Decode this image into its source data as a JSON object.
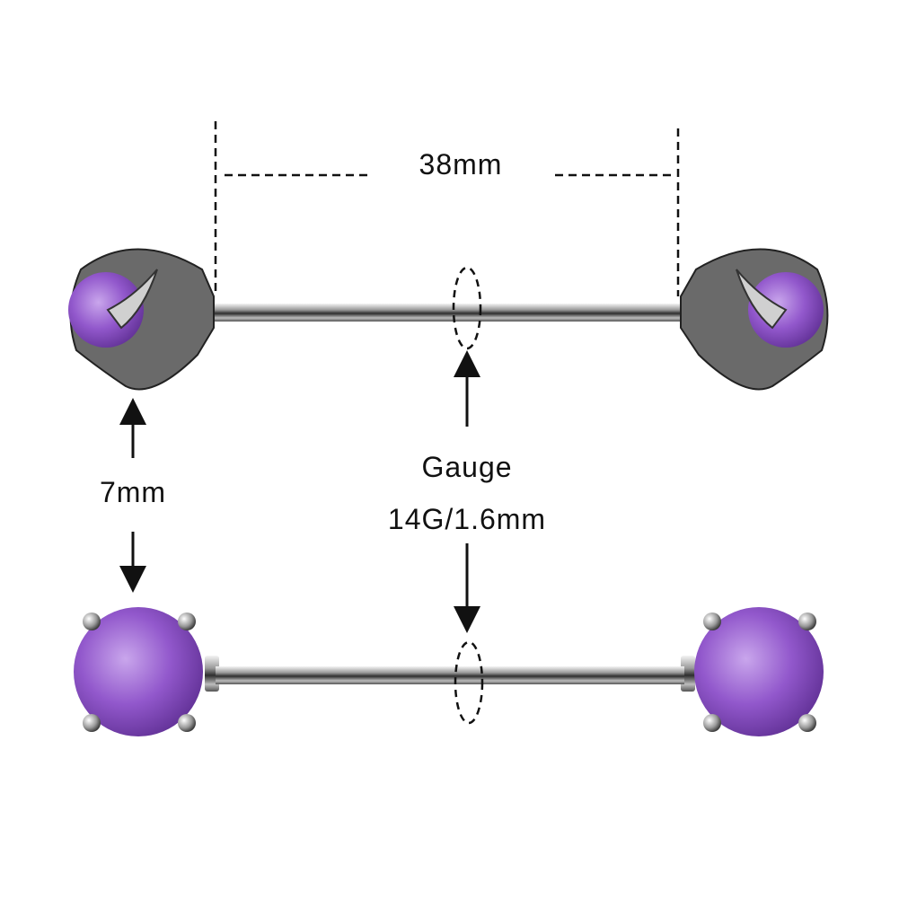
{
  "labels": {
    "length": "38mm",
    "ball_size": "7mm",
    "gauge_title": "Gauge",
    "gauge_value": "14G/1.6mm"
  },
  "colors": {
    "stone": "#8a4fc4",
    "stone_light": "#b58be0",
    "metal": "#6f6f6f",
    "metal_light": "#e8e8e8",
    "dash": "#111111"
  }
}
